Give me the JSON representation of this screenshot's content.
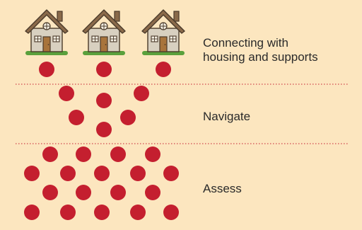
{
  "stages": [
    {
      "id": "connect",
      "label_lines": [
        "Connecting with",
        "housing and supports"
      ],
      "houses": 3
    },
    {
      "id": "navigate",
      "label_lines": [
        "Navigate"
      ]
    },
    {
      "id": "assess",
      "label_lines": [
        "Assess"
      ]
    }
  ],
  "colors": {
    "background": "#fce6bf",
    "dot": "#c41f2f",
    "divider": "#c41f2f",
    "text": "#2a2a2a",
    "house_roof": "#8a6a4a",
    "house_wall": "#d8d0c0",
    "house_door": "#a8743c",
    "grass": "#5aa03c"
  }
}
